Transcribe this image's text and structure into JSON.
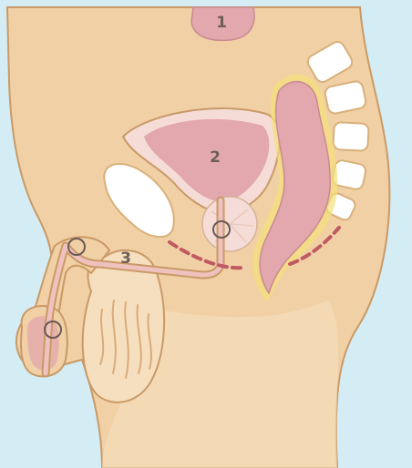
{
  "diagram": {
    "labels": {
      "kidney": "1",
      "bladder": "2",
      "urethra": "3"
    },
    "colors": {
      "background": "#d4edf5",
      "skin": "#f1d0a5",
      "skin_outline": "#c99a67",
      "organ": "#e3a7ae",
      "organ_light": "#f6dcd7",
      "bone": "#ffffff",
      "bone_outline": "#d8b07a",
      "rectum_glow": "#f4e07a",
      "muscle_dash": "#c05a62",
      "circle_marker": "#6a5a55"
    },
    "marker_count": 3
  }
}
